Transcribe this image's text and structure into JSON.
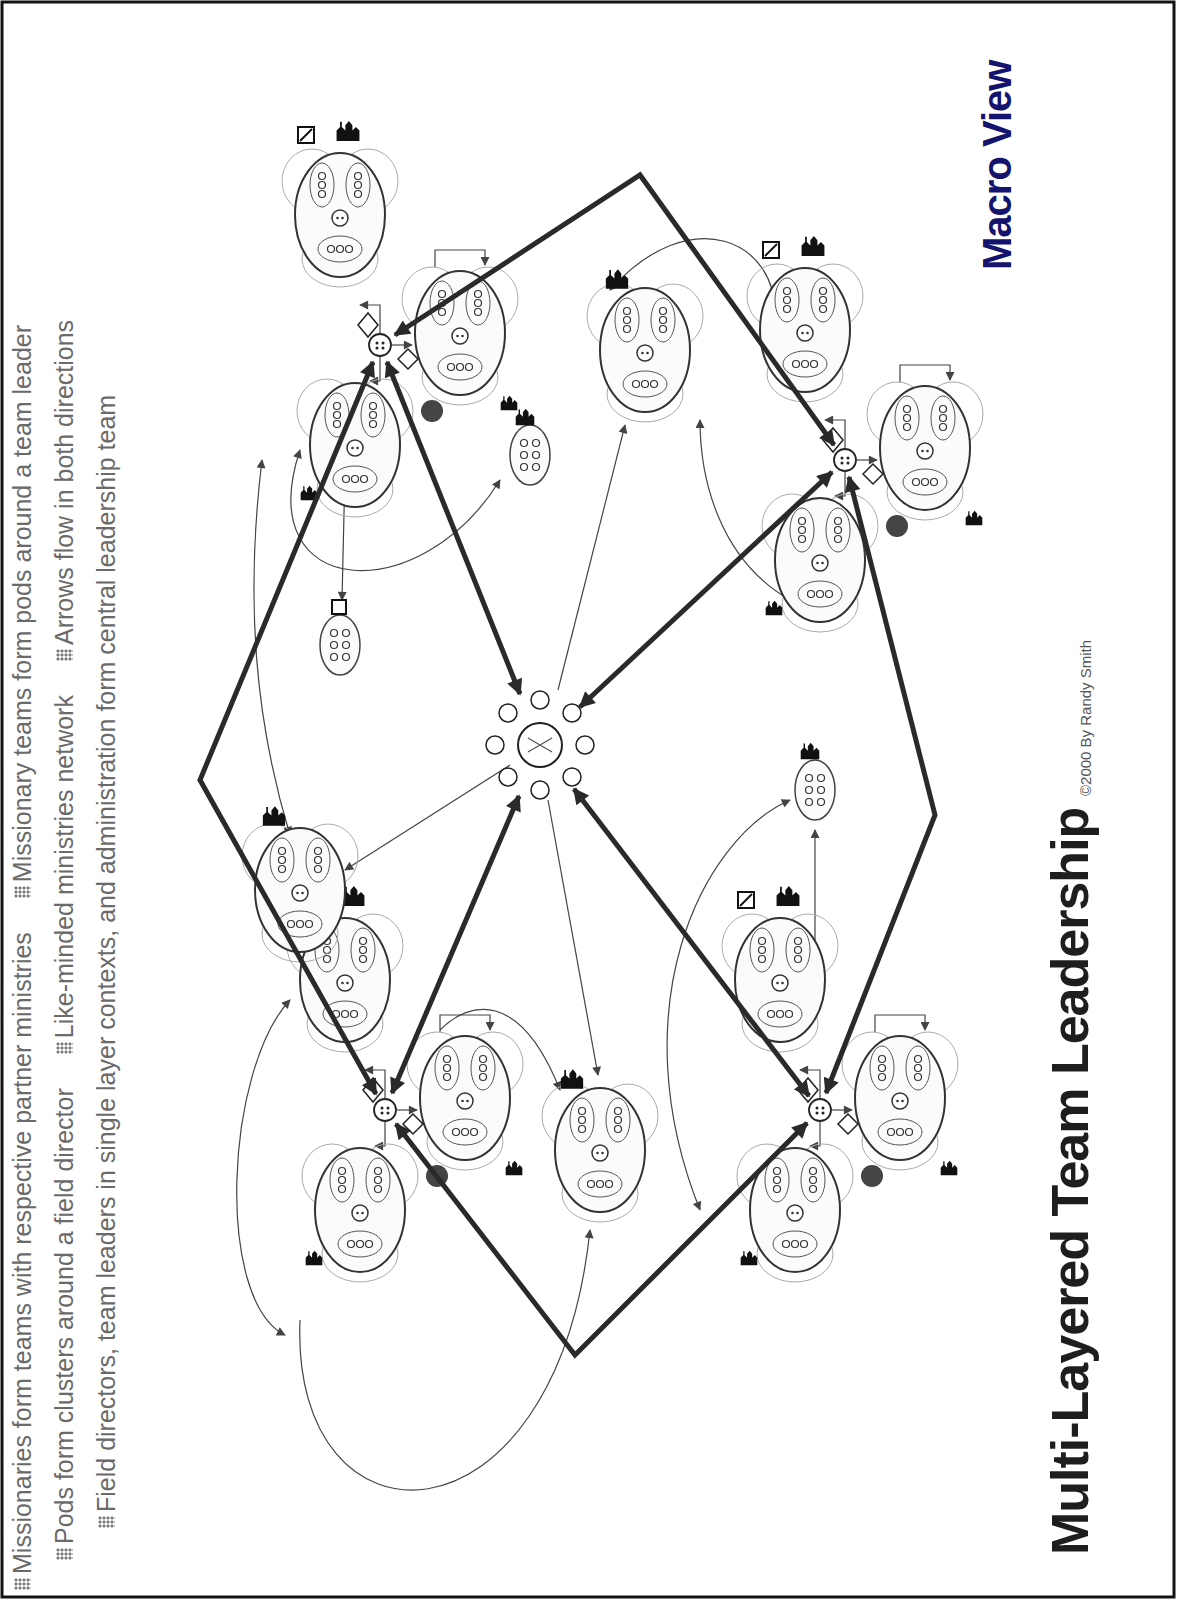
{
  "diagram": {
    "title": "Multi-Layered Team Leadership",
    "caption": "©2000 By Randy Smith",
    "labels": [
      "Missionaries form teams with respective partner ministries",
      "Missionary teams form pods around a team leader",
      "Pods form clusters around a field director",
      "Like-minded ministries network",
      "Arrows flow in both directions",
      "Field directors, team leaders in single layer contexts, and administration form central leadership team",
      "Macro View"
    ]
  }
}
